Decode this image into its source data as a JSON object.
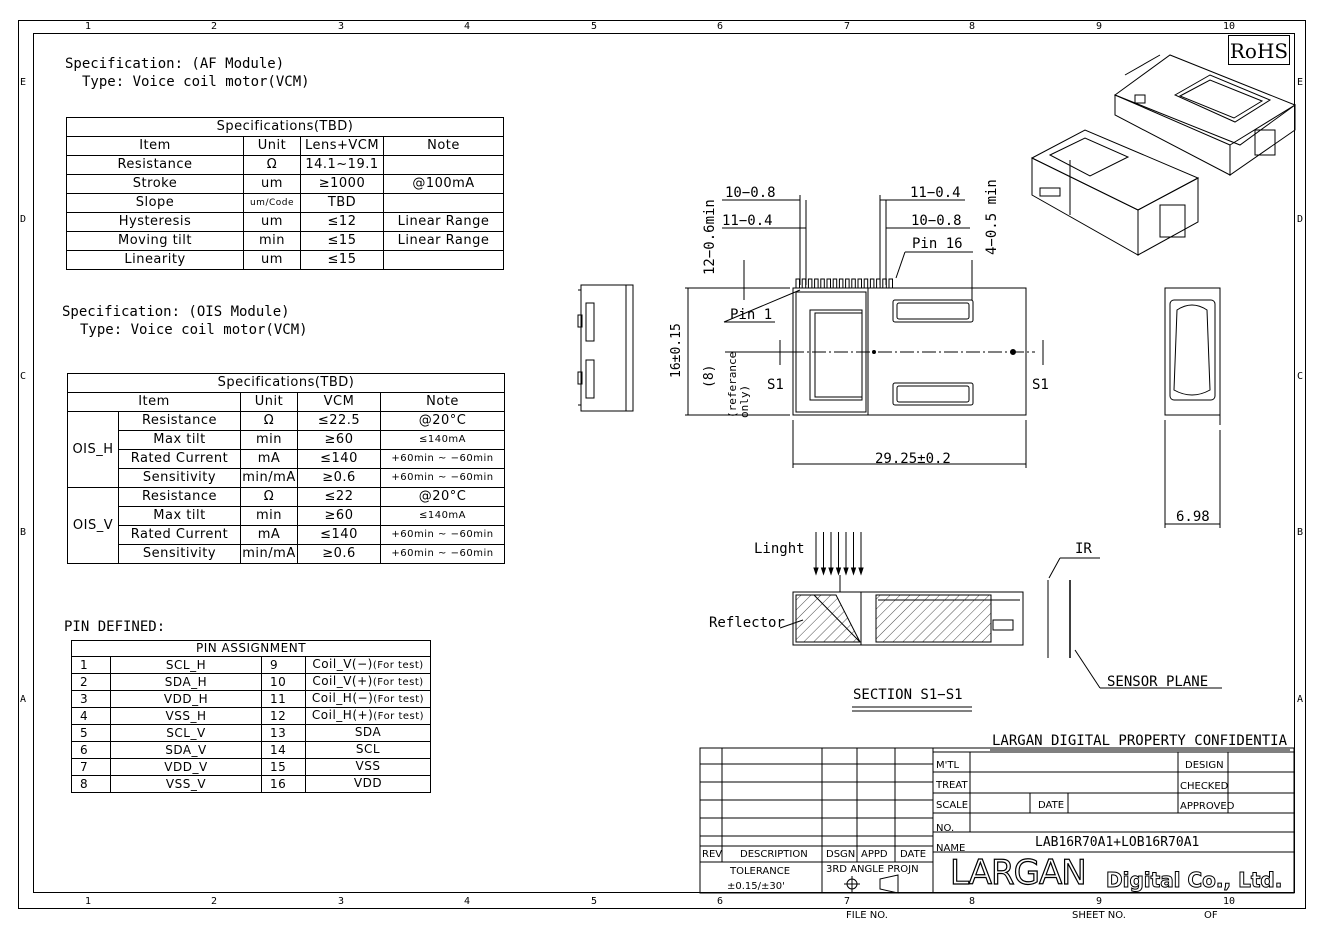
{
  "rohs": "RoHS",
  "grid": {
    "cols": [
      "1",
      "2",
      "3",
      "4",
      "5",
      "6",
      "7",
      "8",
      "9",
      "10"
    ],
    "rows": [
      "E",
      "D",
      "C",
      "B",
      "A"
    ]
  },
  "af": {
    "title": "Specification: (AF Module)",
    "type": "Type: Voice coil motor(VCM)",
    "table_title": "Specifications(TBD)",
    "headers": [
      "Item",
      "Unit",
      "Lens+VCM",
      "Note"
    ],
    "rows": [
      [
        "Resistance",
        "Ω",
        "14.1~19.1",
        ""
      ],
      [
        "Stroke",
        "um",
        "≥1000",
        "@100mA"
      ],
      [
        "Slope",
        "um/Code",
        "TBD",
        ""
      ],
      [
        "Hysteresis",
        "um",
        "≤12",
        "Linear Range"
      ],
      [
        "Moving tilt",
        "min",
        "≤15",
        "Linear Range"
      ],
      [
        "Linearity",
        "um",
        "≤15",
        ""
      ]
    ]
  },
  "ois": {
    "title": "Specification: (OIS Module)",
    "type": "Type: Voice coil motor(VCM)",
    "table_title": "Specifications(TBD)",
    "headers": [
      "Item",
      "Unit",
      "VCM",
      "Note"
    ],
    "groups": [
      {
        "name": "OIS_H",
        "rows": [
          [
            "Resistance",
            "Ω",
            "≤22.5",
            "@20°C"
          ],
          [
            "Max tilt",
            "min",
            "≥60",
            "≤140mA"
          ],
          [
            "Rated Current",
            "mA",
            "≤140",
            "+60min ~ −60min"
          ],
          [
            "Sensitivity",
            "min/mA",
            "≥0.6",
            "+60min ~ −60min"
          ]
        ]
      },
      {
        "name": "OIS_V",
        "rows": [
          [
            "Resistance",
            "Ω",
            "≤22",
            "@20°C"
          ],
          [
            "Max tilt",
            "min",
            "≥60",
            "≤140mA"
          ],
          [
            "Rated Current",
            "mA",
            "≤140",
            "+60min ~ −60min"
          ],
          [
            "Sensitivity",
            "min/mA",
            "≥0.6",
            "+60min ~ −60min"
          ]
        ]
      }
    ]
  },
  "pins": {
    "title": "PIN DEFINED:",
    "table_title": "PIN ASSIGNMENT",
    "rows": [
      [
        "1",
        "SCL_H",
        "9",
        "Coil_V(−)",
        "(For test)"
      ],
      [
        "2",
        "SDA_H",
        "10",
        "Coil_V(+)",
        "(For test)"
      ],
      [
        "3",
        "VDD_H",
        "11",
        "Coil_H(−)",
        "(For test)"
      ],
      [
        "4",
        "VSS_H",
        "12",
        "Coil_H(+)",
        "(For test)"
      ],
      [
        "5",
        "SCL_V",
        "13",
        "SDA",
        ""
      ],
      [
        "6",
        "SDA_V",
        "14",
        "SCL",
        ""
      ],
      [
        "7",
        "VDD_V",
        "15",
        "VSS",
        ""
      ],
      [
        "8",
        "VSS_V",
        "16",
        "VDD",
        ""
      ]
    ]
  },
  "drawing": {
    "d1": "10−0.8",
    "d2": "11−0.4",
    "d3": "11−0.4",
    "d4": "10−0.8",
    "d5": "12−0.6min",
    "d6": "4−0.5 min",
    "pin16": "Pin 16",
    "pin1": "Pin 1",
    "height": "16±0.15",
    "ref8": "(8)",
    "ref_note": "(referance only)",
    "s1": "S1",
    "s1b": "S1",
    "width": "29.25±0.2",
    "depth": "6.98"
  },
  "section": {
    "light": "Linght",
    "ir": "IR",
    "reflector": "Reflector",
    "sensor": "SENSOR PLANE",
    "label": "SECTION S1−S1"
  },
  "title_block": {
    "confidential": "LARGAN DIGITAL PROPERTY CONFIDENTIA",
    "mtl": "M'TL",
    "treat": "TREAT",
    "scale": "SCALE",
    "date": "DATE",
    "no": "NO.",
    "name": "NAME",
    "part": "LAB16R70A1+LOB16R70A1",
    "design": "DESIGN",
    "checked": "CHECKED",
    "approved": "APPROVED",
    "rev": "REV",
    "description": "DESCRIPTION",
    "dsgn": "DSGN",
    "appd": "APPD",
    "date2": "DATE",
    "tolerance": "TOLERANCE",
    "tol_value": "±0.15/±30'",
    "projection": "3RD ANGLE PROJN",
    "logo": "LARGAN",
    "company": "Digital Co., Ltd.",
    "file_no": "FILE NO.",
    "sheet_no": "SHEET NO.",
    "of": "OF"
  }
}
